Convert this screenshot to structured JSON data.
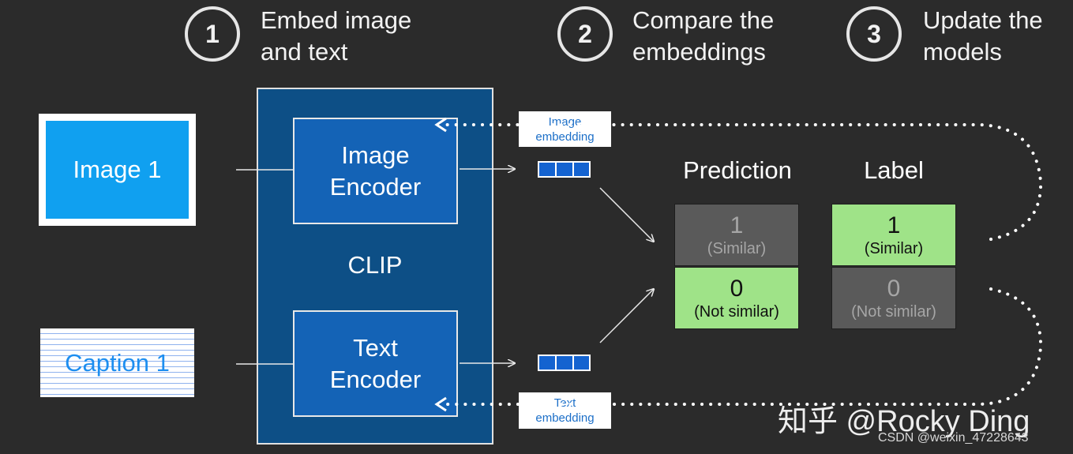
{
  "steps": [
    {
      "number": "1",
      "text": "Embed image\nand text"
    },
    {
      "number": "2",
      "text": "Compare the\nembeddings"
    },
    {
      "number": "3",
      "text": "Update the\nmodels"
    }
  ],
  "inputs": {
    "image": "Image 1",
    "caption": "Caption 1"
  },
  "clip": {
    "label": "CLIP",
    "image_encoder": "Image\nEncoder",
    "text_encoder": "Text\nEncoder"
  },
  "embeddings": {
    "image_label": "Image\nembedding",
    "text_label": "Text\nembedding"
  },
  "comparison": {
    "prediction_header": "Prediction",
    "label_header": "Label",
    "prediction_top_num": "1",
    "prediction_top_sub": "(Similar)",
    "prediction_bottom_num": "0",
    "prediction_bottom_sub": "(Not similar)",
    "label_top_num": "1",
    "label_top_sub": "(Similar)",
    "label_bottom_num": "0",
    "label_bottom_sub": "(Not similar)"
  },
  "watermark": "知乎 @Rocky Ding",
  "credit": "CSDN @weixin_47228643",
  "colors": {
    "background": "#2b2b2b",
    "clip_box": "#0d4f86",
    "encoder": "#1463b6",
    "image_blue": "#10a0f0",
    "green_cell": "#9fe388",
    "gray_cell": "#5a5a5a"
  }
}
